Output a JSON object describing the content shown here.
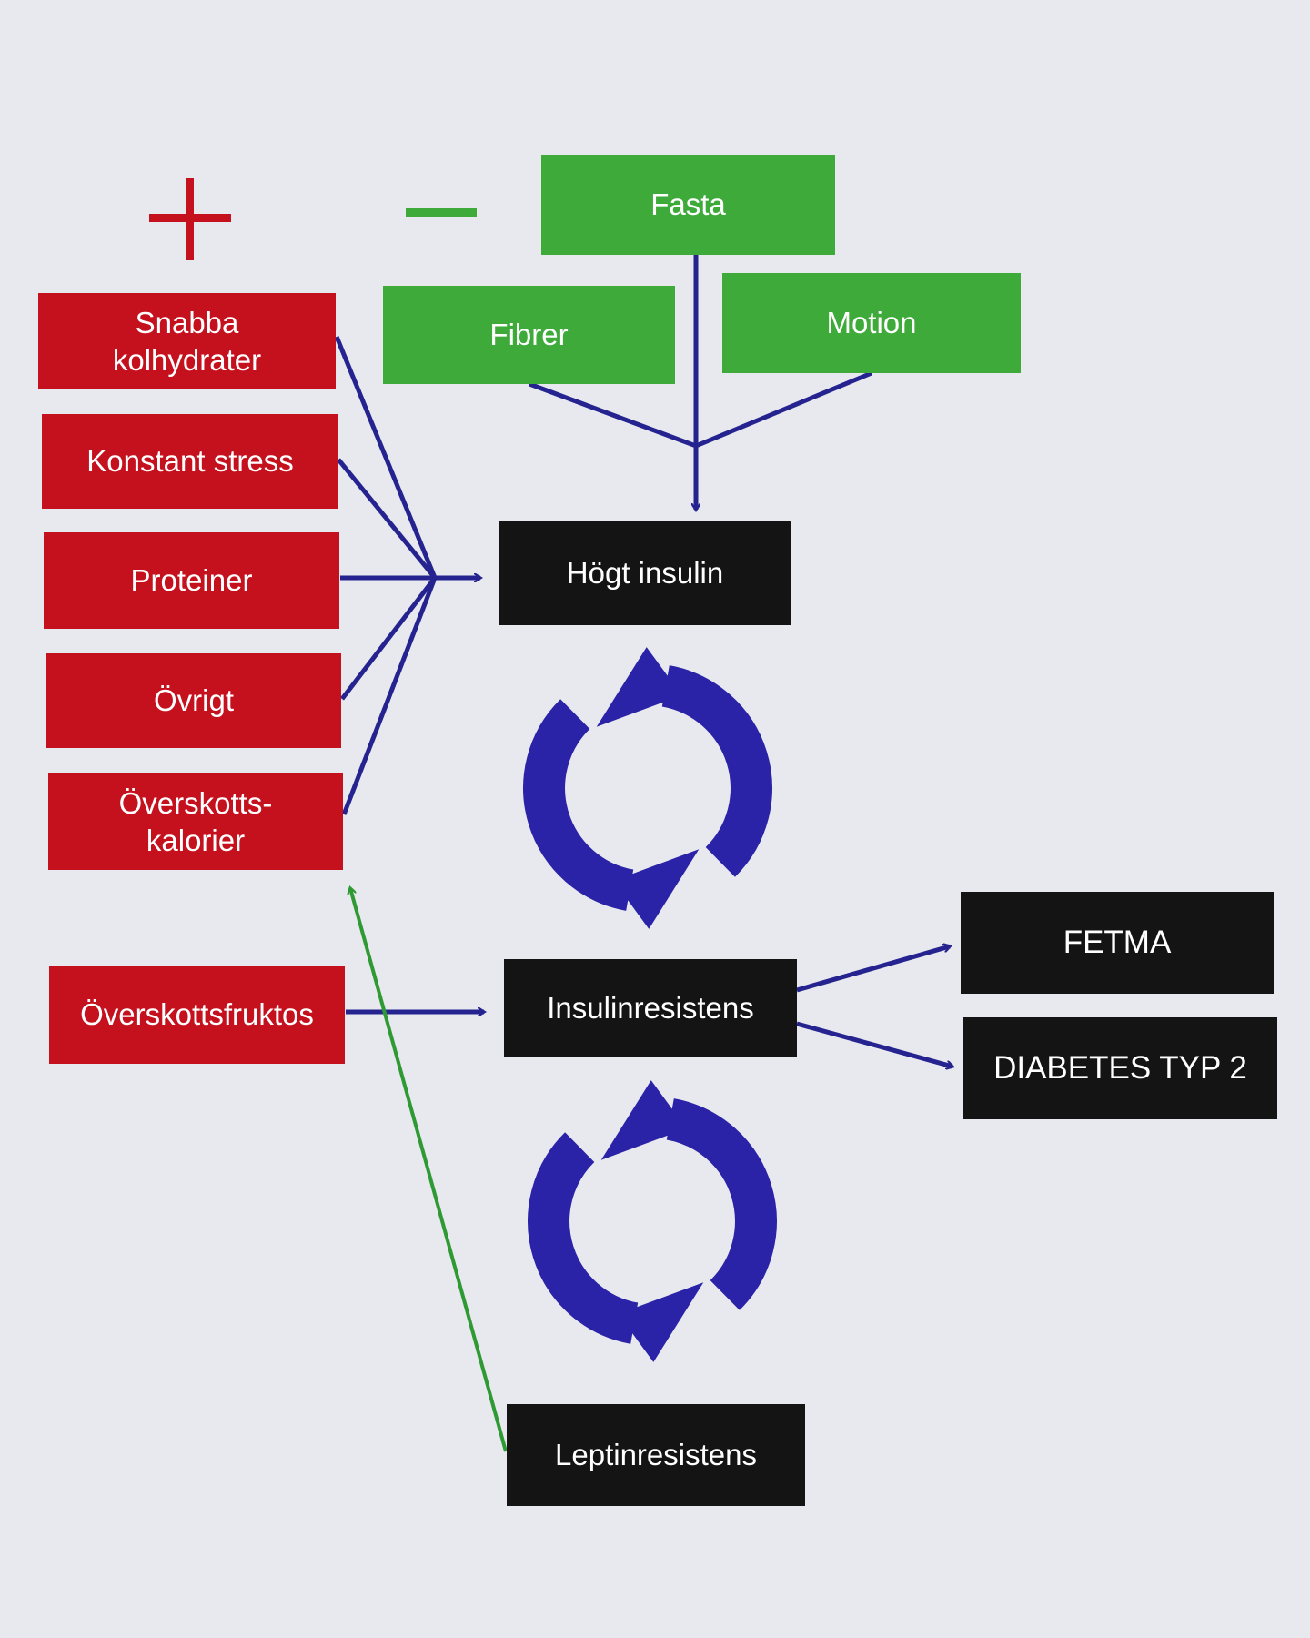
{
  "signs": {
    "plus": "+",
    "minus": "—"
  },
  "colors": {
    "factor_red": "#c5111d",
    "reducer_green": "#3daa3a",
    "state_black": "#141414",
    "arrow_blue": "#25238f",
    "arrow_green": "#2f9a34",
    "cycle_blue": "#2a23a8",
    "background": "#e8e9ee"
  },
  "increasing_factors": [
    {
      "label": "Snabba\nkolhydrater"
    },
    {
      "label": "Konstant stress"
    },
    {
      "label": "Proteiner"
    },
    {
      "label": "Övrigt"
    },
    {
      "label": "Överskotts-\nkalorier"
    }
  ],
  "decreasing_factors": {
    "fasta": "Fasta",
    "fibrer": "Fibrer",
    "motion": "Motion"
  },
  "fructose_factor": "Överskottsfruktos",
  "states": {
    "hogt_insulin": "Högt insulin",
    "insulinresistens": "Insulinresistens",
    "leptinresistens": "Leptinresistens"
  },
  "outcomes": {
    "fetma": "FETMA",
    "diabetes": "DIABETES TYP 2"
  },
  "icons": {
    "cycle_top": "refresh-cycle-icon",
    "cycle_bottom": "refresh-cycle-icon"
  }
}
